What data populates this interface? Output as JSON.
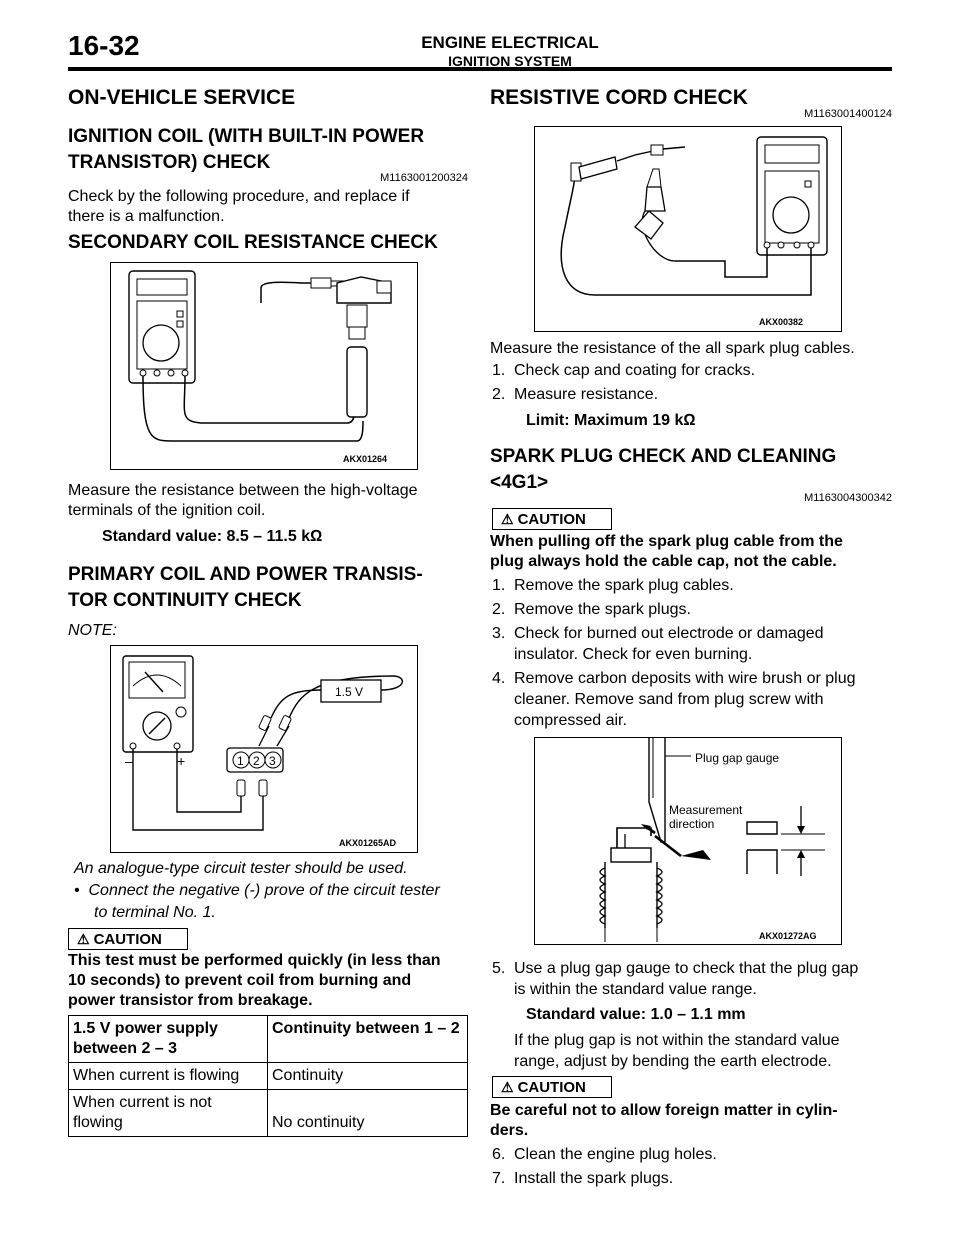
{
  "header": {
    "page_number": "16-32",
    "chapter_title": "ENGINE ELECTRICAL",
    "section_title": "IGNITION SYSTEM"
  },
  "left": {
    "on_vehicle_service": "ON-VEHICLE SERVICE",
    "coil_check_title_1": "IGNITION COIL (WITH BUILT-IN POWER",
    "coil_check_title_2": "TRANSISTOR) CHECK",
    "coil_check_code": "M1163001200324",
    "coil_check_intro_1": "Check by the following procedure, and replace if",
    "coil_check_intro_2": "there is a malfunction.",
    "secondary_title": "SECONDARY COIL RESISTANCE CHECK",
    "fig1_label": "AKX01264",
    "secondary_text_1": "Measure the resistance between the high-voltage",
    "secondary_text_2": "terminals of the ignition coil.",
    "secondary_standard": "Standard value: 8.5 – 11.5 kΩ",
    "primary_title_1": "PRIMARY COIL AND POWER TRANSIS-",
    "primary_title_2": "TOR CONTINUITY CHECK",
    "note_label": "NOTE:",
    "fig2_label": "AKX01265AD",
    "fig2_voltage": "1.5 V",
    "fig2_minus": "–",
    "fig2_plus": "+",
    "fig2_terminals": [
      "1",
      "2",
      "3"
    ],
    "note_line": "An analogue-type circuit tester should be used.",
    "bullet_1": "Connect the negative (-) prove of the circuit tester",
    "bullet_2": "to terminal No. 1.",
    "caution_label": "CAUTION",
    "caution_text_1": "This test must be performed quickly (in less than",
    "caution_text_2": "10 seconds) to prevent coil from burning and",
    "caution_text_3": "power transistor from breakage.",
    "table": {
      "headers": [
        "1.5 V power supply between 2 – 3",
        "Continuity between 1 – 2"
      ],
      "rows": [
        [
          "When current is flowing",
          "Continuity"
        ],
        [
          "When current is not flowing",
          "No continuity"
        ]
      ]
    }
  },
  "right": {
    "cord_title": "RESISTIVE CORD CHECK",
    "cord_code": "M1163001400124",
    "fig3_label": "AKX00382",
    "cord_text": "Measure the resistance of the all spark plug cables.",
    "cord_steps": [
      "Check cap and coating for cracks.",
      "Measure resistance."
    ],
    "cord_limit": "Limit: Maximum 19 kΩ",
    "plug_title_1": "SPARK PLUG CHECK AND CLEANING",
    "plug_title_2": "<4G1>",
    "plug_code": "M1163004300342",
    "caution_label": "CAUTION",
    "plug_caution_1": "When pulling off the spark plug cable from the",
    "plug_caution_2": "plug always hold the cable cap, not the cable.",
    "steps": [
      "Remove the spark plug cables.",
      "Remove the spark plugs.",
      "Check for burned out electrode or damaged",
      "insulator. Check for even burning.",
      "Remove carbon deposits with wire brush or plug",
      "cleaner. Remove sand from plug screw with",
      "compressed air."
    ],
    "fig4_gauge": "Plug gap gauge",
    "fig4_meas_1": "Measurement",
    "fig4_meas_2": "direction",
    "fig4_label": "AKX01272AG",
    "step5_1": "Use a plug gap gauge to check that the plug gap",
    "step5_2": "is within the standard value range.",
    "step5_standard": "Standard value: 1.0 – 1.1 mm",
    "step5_note_1": "If the plug gap is not within the standard value",
    "step5_note_2": "range, adjust by bending the earth electrode.",
    "caution_2_text_1": "Be careful not to allow foreign matter in cylin-",
    "caution_2_text_2": "ders.",
    "step6": "Clean the engine plug holes.",
    "step7": "Install the spark plugs."
  }
}
